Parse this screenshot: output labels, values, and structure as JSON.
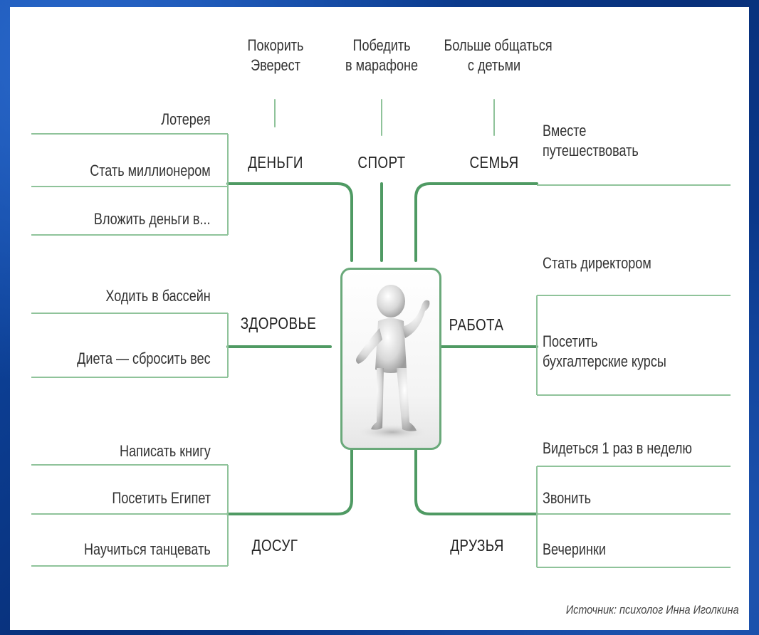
{
  "categories": {
    "money": "ДЕНЬГИ",
    "sport": "СПОРТ",
    "family": "СЕМЬЯ",
    "health": "ЗДОРОВЬЕ",
    "work": "РАБОТА",
    "leisure": "ДОСУГ",
    "friends": "ДРУЗЬЯ"
  },
  "top": {
    "money": [
      "Покорить",
      "Эверест"
    ],
    "sport": [
      "Победить",
      "в марафоне"
    ],
    "family": [
      "Больше общаться",
      "с детьми"
    ]
  },
  "money_items": [
    "Лотерея",
    "Стать миллионером",
    "Вложить деньги в..."
  ],
  "health_items": [
    "Ходить в бассейн",
    "Диета — сбросить вес"
  ],
  "leisure_items": [
    "Написать книгу",
    "Посетить Египет",
    "Научиться танцевать"
  ],
  "family_items": [
    "Вместе",
    "путешествовать"
  ],
  "work_items": [
    "Стать директором",
    "Посетить",
    "бухгалтерские курсы"
  ],
  "friends_items": [
    "Видеться 1 раз в неделю",
    "Звонить",
    "Вечеринки"
  ],
  "source": "Источник: психолог Инна Иголкина",
  "colors": {
    "line_green": "#4f9a63",
    "line_light": "#8fc39a",
    "background": "#0b3a8c"
  }
}
